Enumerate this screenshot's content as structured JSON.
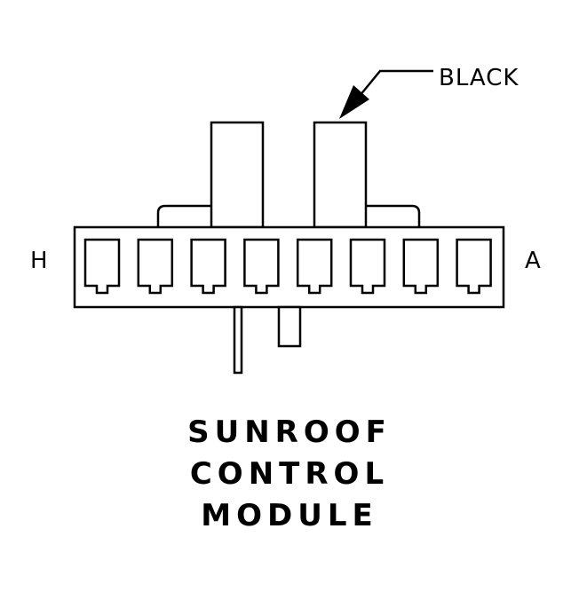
{
  "connector": {
    "callout_label": "BLACK",
    "pin_left_label": "H",
    "pin_right_label": "A",
    "cavity_count": 8,
    "stroke_color": "#000000",
    "background_color": "#ffffff"
  },
  "title": {
    "lines": [
      "SUNROOF",
      "CONTROL",
      "MODULE"
    ]
  }
}
